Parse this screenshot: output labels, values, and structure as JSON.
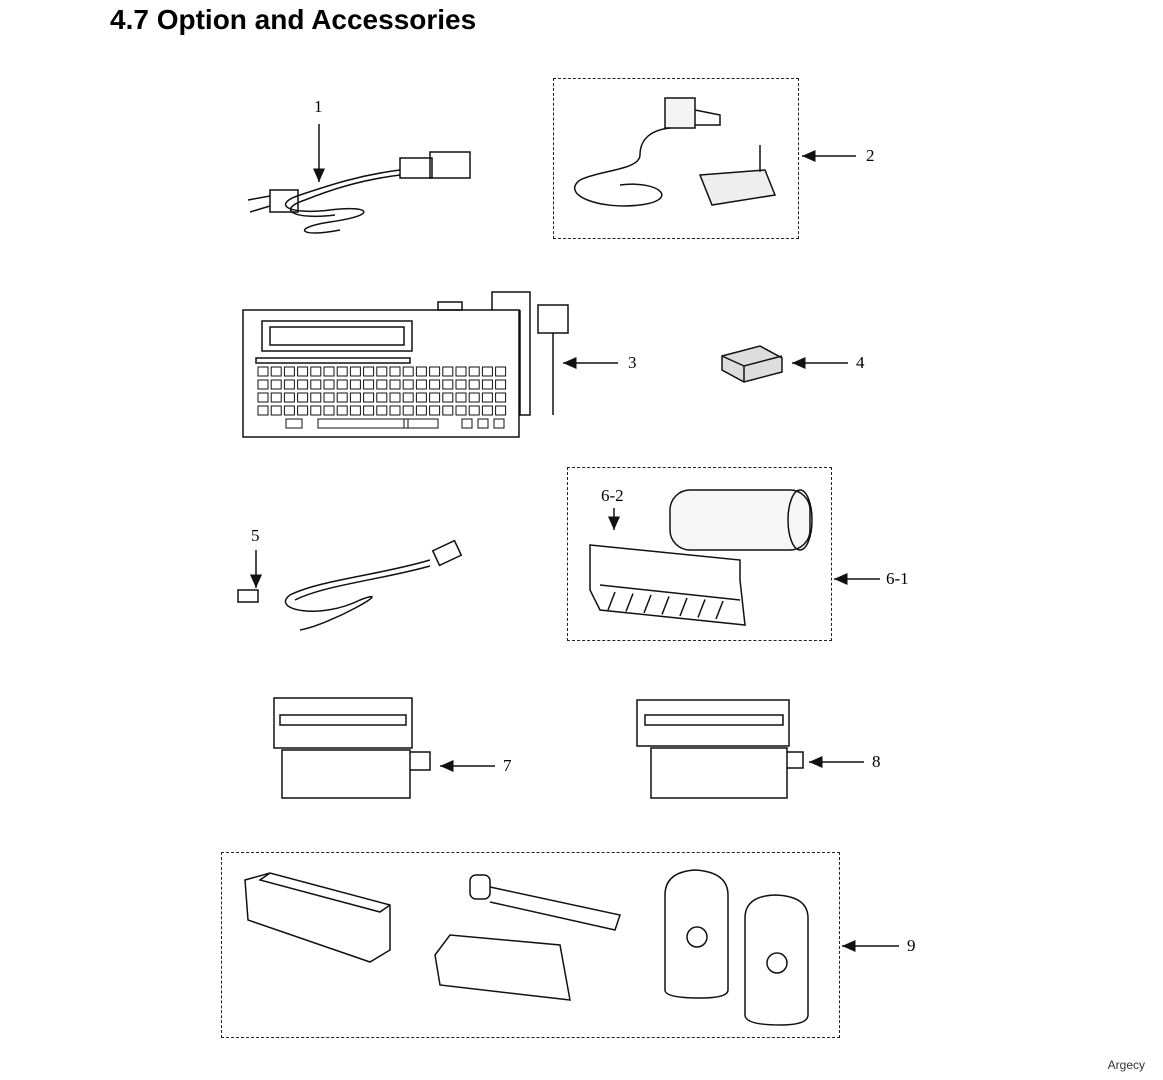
{
  "section_title": "4.7 Option and Accessories",
  "callouts": {
    "c1": "1",
    "c2": "2",
    "c3": "3",
    "c4": "4",
    "c5": "5",
    "c6_1": "6-1",
    "c6_2": "6-2",
    "c7": "7",
    "c8": "8",
    "c9": "9"
  },
  "watermark": "Argecy"
}
